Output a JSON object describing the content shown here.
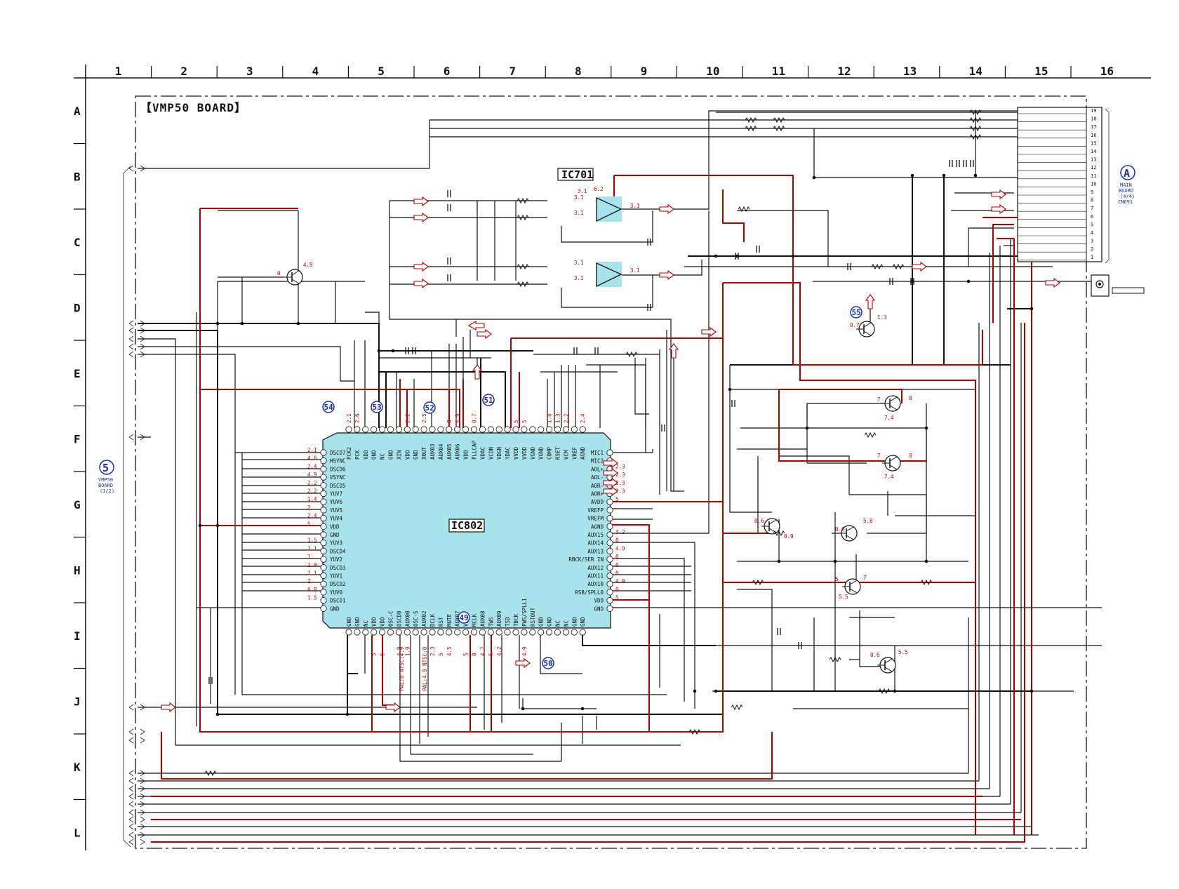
{
  "grid": {
    "columns": [
      "1",
      "2",
      "3",
      "4",
      "5",
      "6",
      "7",
      "8",
      "9",
      "10",
      "11",
      "12",
      "13",
      "14",
      "15",
      "16"
    ],
    "rows": [
      "A",
      "B",
      "C",
      "D",
      "E",
      "F",
      "G",
      "H",
      "I",
      "J",
      "K",
      "L"
    ]
  },
  "board_title": "【VMP50 BOARD】",
  "ic701": {
    "label": "IC701"
  },
  "ic802": {
    "label": "IC802",
    "left_pins": [
      "DSCD7",
      "HSYNC",
      "DSCD6",
      "VSYNC",
      "DSCD5",
      "YUV7",
      "YUV6",
      "YUV5",
      "YUV4",
      "VDD",
      "GND",
      "YUV3",
      "DSCD4",
      "YUV2",
      "DSCD3",
      "YUV1",
      "DSCD2",
      "YUV0",
      "DSCD1",
      "GND"
    ],
    "left_volts": [
      "2.1",
      "4.6",
      "2.4",
      "4.9",
      "2.2",
      "2.2",
      "1.4",
      "2",
      "2.4",
      "5",
      "",
      "1.5",
      "2.1",
      "1",
      "1.8",
      "2.1",
      "2",
      "0.8",
      "1.5",
      ""
    ],
    "right_pins": [
      "MIC1",
      "MIC2",
      "AOL+",
      "AOL-",
      "AOR-",
      "AOR+",
      "AVDD",
      "VREFP",
      "VREFM",
      "AGND",
      "AUX15",
      "AUX14",
      "AUX13",
      "RBCK/SER IN",
      "AUX12",
      "AUX11",
      "AUX10",
      "RSB/SPLL0",
      "VDD",
      "GND"
    ],
    "right_volts": [
      "",
      "",
      "2.3",
      "2.3",
      "2.3",
      "2.3",
      "5",
      "",
      "",
      "",
      "3.2",
      "0",
      "4.9",
      "0",
      "0",
      "0",
      "4.9",
      "0",
      "5",
      ""
    ],
    "top_pins": [
      "PCK2",
      "PCK",
      "VDD",
      "GND",
      "NC",
      "GND",
      "XIN",
      "VDD",
      "GND",
      "XOUT",
      "AUX03",
      "AUX04",
      "AUX05",
      "AUX06",
      "VDD",
      "PLLCAP",
      "VDAC",
      "VCDN",
      "VDGN",
      "YDAC",
      "VVDD",
      "VVDD",
      "VGND",
      "VGND",
      "COMP",
      "RSET",
      "VCM",
      "VREF",
      "AGND"
    ],
    "top_volts": [
      "2.1",
      "2.6",
      "",
      "",
      "",
      "",
      "",
      "2.2",
      "",
      "2.5",
      "",
      "",
      "0",
      "4.9",
      "",
      "0.7",
      "",
      "",
      "",
      "",
      "5",
      "5",
      "",
      "",
      "1.8",
      "1.3",
      "2.2",
      "",
      "2.4"
    ],
    "bottom_pins": [
      "GND",
      "GND",
      "NC",
      "VDD",
      "VDD",
      "OSC-C",
      "DSCD0",
      "AUX00",
      "OSC-S",
      "AUX02",
      "DCLK",
      "RST",
      "MUTE",
      "AUX07",
      "VDD",
      "MCLK",
      "AUX08",
      "TWS",
      "AUX09",
      "TSD",
      "TBCK",
      "PWS/SPLL1",
      "RSTOUT",
      "GND",
      "GND",
      "NC",
      "NC",
      "GND",
      "GND"
    ],
    "bottom_volts": [
      "",
      "",
      "",
      "5",
      "5",
      "",
      "4.9",
      "1.9",
      "",
      "",
      "2.3",
      "5",
      "4.5",
      "",
      "5",
      "0",
      "4.2",
      "5",
      "4.2",
      "",
      "",
      "4.9",
      "",
      "",
      "",
      "",
      "",
      "",
      ""
    ]
  },
  "ic701_volts": [
    "6.2",
    "3.1",
    "3.1",
    "3.1",
    "3.1",
    "3.1",
    "3.1",
    "3.1"
  ],
  "transistor_volts": [
    "0",
    "4.9",
    "0.7",
    "1.3",
    "7",
    "8",
    "7.4",
    "7",
    "8",
    "7.4",
    "0.6",
    "0.9",
    "0.6",
    "5.8",
    "5",
    "7",
    "5.5",
    "0.6",
    "5.5"
  ],
  "test_points": [
    "49",
    "50",
    "51",
    "52",
    "53",
    "54",
    "55"
  ],
  "pal_ntsc": [
    "PAL:0 NTSC:4.9",
    "PAL:4.9 NTSC:0"
  ],
  "left_ref": {
    "number": "5",
    "line1": "VMP50",
    "line2": "BOARD",
    "line3": "(1/2)"
  },
  "right_ref": {
    "letter": "A",
    "line1": "MAIN",
    "line2": "BOARD",
    "line3": "(4/4)",
    "line4": "CN691"
  },
  "connector_pins": [
    "19",
    "18",
    "17",
    "16",
    "15",
    "14",
    "13",
    "12",
    "11",
    "10",
    "9",
    "8",
    "7",
    "6",
    "5",
    "4",
    "3",
    "2",
    "1"
  ]
}
